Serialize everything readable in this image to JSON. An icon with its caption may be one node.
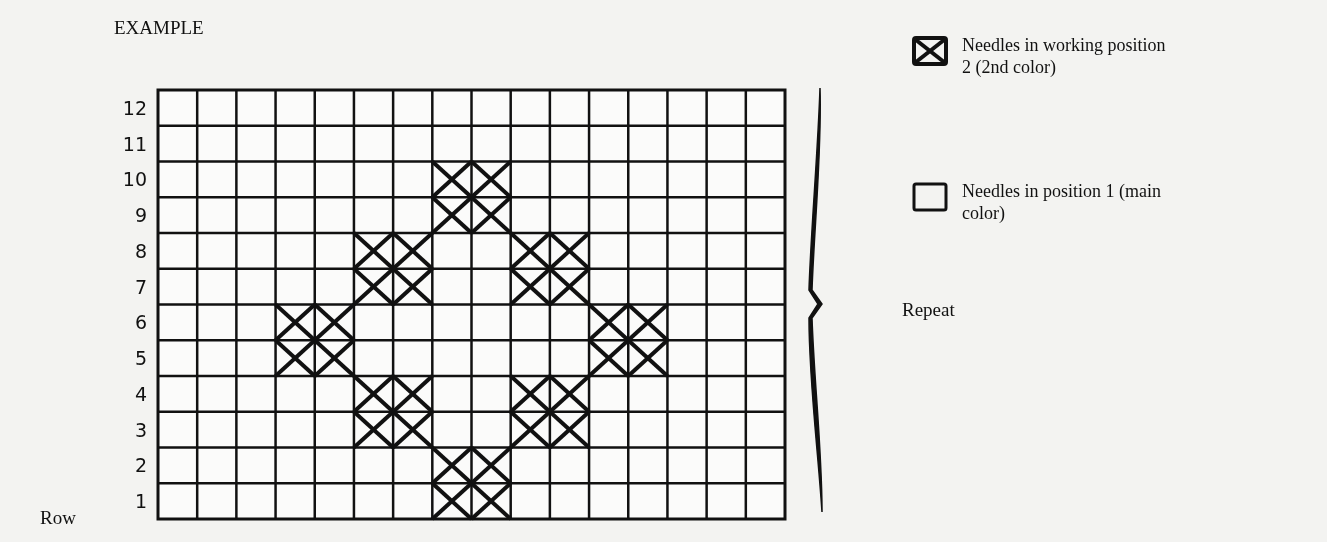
{
  "diagram": {
    "labels": [
      "EXAMPLE",
      "12",
      "11",
      "10",
      "9",
      "8",
      "7",
      "Repeat",
      "6",
      "5",
      "4",
      "3",
      "2",
      "Row",
      "1"
    ],
    "legend": [
      {
        "text": "Needles in working position 2 (2nd color)"
      },
      {
        "text": "Needles in position 1 (main color)"
      }
    ]
  }
}
